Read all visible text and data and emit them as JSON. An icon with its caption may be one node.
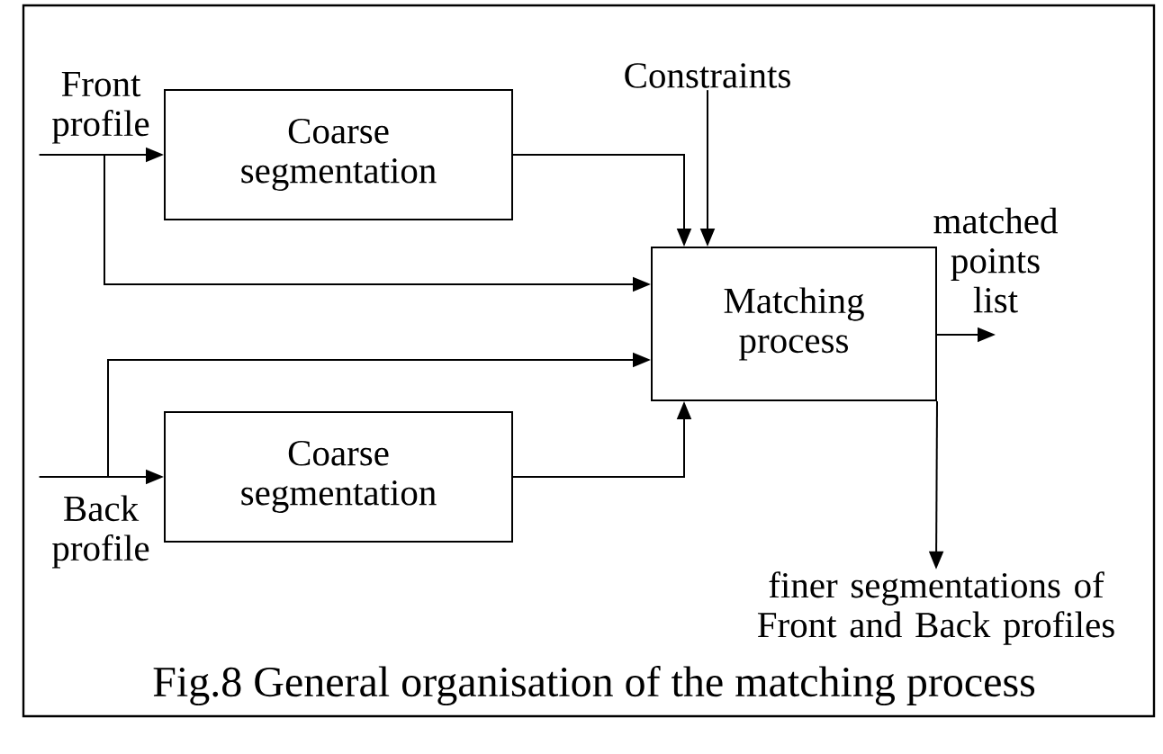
{
  "diagram": {
    "caption": "Fig.8 General organisation of the matching process",
    "nodes": [
      {
        "text": [
          "Front profile"
        ]
      },
      {
        "text": [
          "Coarse segmentation"
        ]
      },
      {
        "text": [
          "Back profile"
        ]
      },
      {
        "text": [
          "Coarse segmentation"
        ]
      },
      {
        "text": [
          "Constraints"
        ]
      },
      {
        "text": [
          "Matching process"
        ]
      },
      {
        "text": [
          "matched points list"
        ]
      },
      {
        "text": [
          "finer segmentations of Front and Back profiles"
        ]
      }
    ],
    "edges": [
      {
        "from": 0,
        "to": 1,
        "arrow": "to"
      },
      {
        "from": 0,
        "to": 5,
        "arrow": "to"
      },
      {
        "from": 1,
        "to": 5,
        "arrow": "to"
      },
      {
        "from": 4,
        "to": 5,
        "arrow": "to"
      },
      {
        "from": 2,
        "to": 3,
        "arrow": "to"
      },
      {
        "from": 2,
        "to": 5,
        "arrow": "to"
      },
      {
        "from": 3,
        "to": 5,
        "arrow": "to"
      },
      {
        "from": 5,
        "to": 6,
        "arrow": "to"
      },
      {
        "from": 5,
        "to": 7,
        "arrow": "to"
      }
    ]
  }
}
